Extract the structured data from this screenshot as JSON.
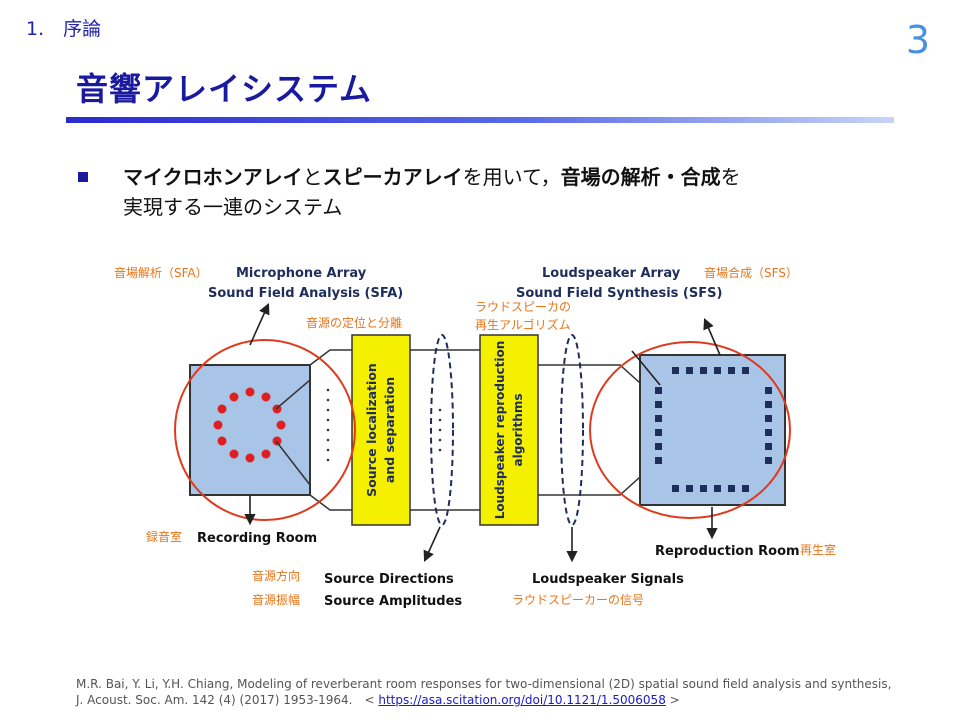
{
  "header": {
    "section": "1.　序論",
    "page_number": "3",
    "title": "音響アレイシステム"
  },
  "bullet": {
    "part1": "マイクロホンアレイ",
    "part2": "と",
    "part3": "スピーカアレイ",
    "part4": "を用いて，",
    "part5": "音場の解析・合成",
    "part6": "を",
    "part7": "実現する一連のシステム"
  },
  "diagram": {
    "sfa_jp": "音場解析（SFA）",
    "mic_array": "Microphone Array",
    "sfa_en": "Sound Field Analysis (SFA)",
    "localization_jp": "音源の定位と分離",
    "localization_en_1": "Source localization",
    "localization_en_2": "and separation",
    "repro_jp_1": "ラウドスピーカの",
    "repro_jp_2": "再生アルゴリズム",
    "repro_en_1": "Loudspeaker reproduction",
    "repro_en_2": "algorithms",
    "ls_array": "Loudspeaker Array",
    "sfs_en": "Sound Field Synthesis (SFS)",
    "sfs_jp": "音場合成（SFS）",
    "recording_jp": "録音室",
    "recording_en": "Recording Room",
    "reproduction_en": "Reproduction Room",
    "reproduction_jp": "再生室",
    "direction_jp": "音源方向",
    "direction_en": "Source Directions",
    "amplitude_jp": "音源振幅",
    "amplitude_en": "Source Amplitudes",
    "signals_en": "Loudspeaker Signals",
    "signals_jp": "ラウドスピーカーの信号",
    "colors": {
      "orange": "#e8751a",
      "navy": "#1f2d5a",
      "yellow": "#f5f000",
      "room": "#a8c4e6",
      "ellipse": "#e03a1e"
    }
  },
  "reference": {
    "text": "M.R. Bai, Y. Li, Y.H. Chiang, Modeling of reverberant room responses for two-dimensional (2D) spatial sound field analysis and synthesis, J. Acoust. Soc. Am. 142 (4) (2017) 1953-1964.　<",
    "link": "https://asa.scitation.org/doi/10.1121/1.5006058",
    "suffix": ">"
  }
}
